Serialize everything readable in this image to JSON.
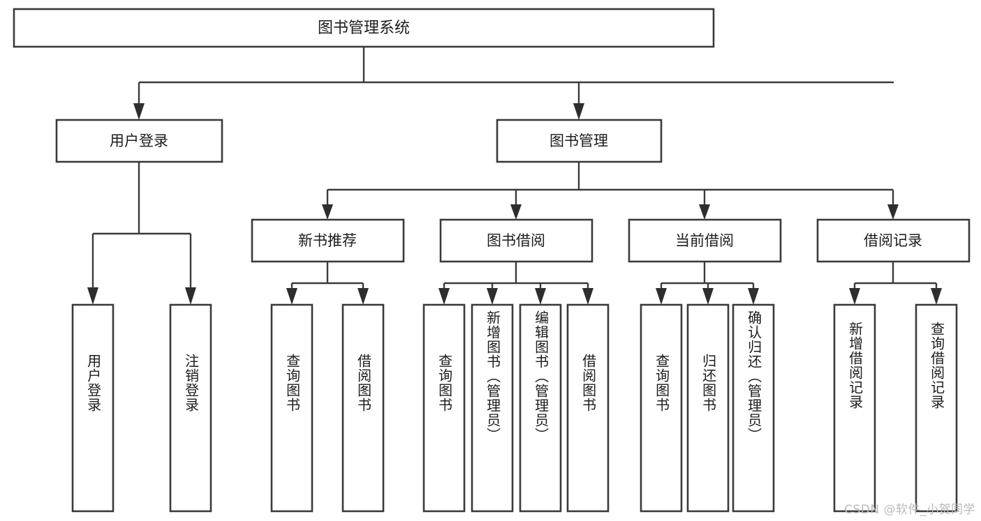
{
  "diagram": {
    "title_node": {
      "label": "图书管理系统"
    },
    "watermark": "CSDN @软件_小贺同学",
    "level1": [
      {
        "label": "用户登录"
      },
      {
        "label": "图书管理"
      }
    ],
    "level2": [
      {
        "label": "新书推荐"
      },
      {
        "label": "图书借阅"
      },
      {
        "label": "当前借阅"
      },
      {
        "label": "借阅记录"
      }
    ],
    "leaves": {
      "user_login": [
        {
          "label": "用户登录"
        },
        {
          "label": "注销登录"
        }
      ],
      "new_book_recommend": [
        {
          "label": "查询图书"
        },
        {
          "label": "借阅图书"
        }
      ],
      "book_borrow": [
        {
          "label": "查询图书"
        },
        {
          "label": "新增图书（管理员）"
        },
        {
          "label": "编辑图书（管理员）"
        },
        {
          "label": "借阅图书"
        }
      ],
      "current_borrow": [
        {
          "label": "查询图书"
        },
        {
          "label": "归还图书"
        },
        {
          "label": "确认归还（管理员）"
        }
      ],
      "borrow_record": [
        {
          "label": "新增借阅记录"
        },
        {
          "label": "查询借阅记录"
        }
      ]
    },
    "colors": {
      "stroke": "#3a3a3a",
      "fill": "#ffffff",
      "text": "#1c1c1c",
      "watermark": "#b9b9b9"
    }
  }
}
